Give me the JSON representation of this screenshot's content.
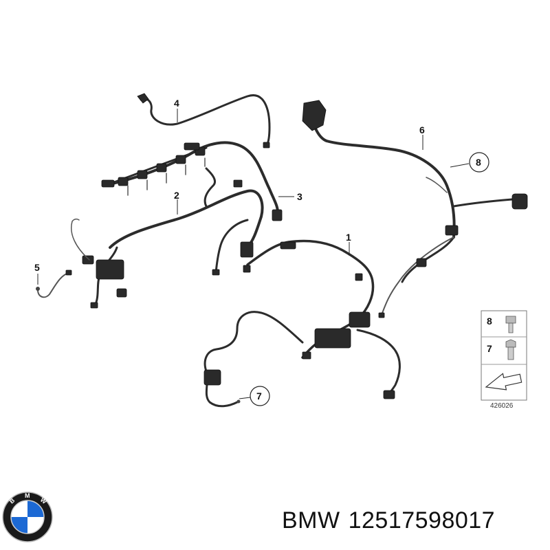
{
  "callouts": {
    "c1": "1",
    "c2": "2",
    "c3": "3",
    "c4": "4",
    "c5": "5",
    "c6": "6",
    "c7": "7",
    "c8": "8"
  },
  "legend": {
    "item_top": "8",
    "item_bottom": "7",
    "ref_id": "426026"
  },
  "logo": {
    "name": "bmw-logo",
    "letters": "BMW",
    "colors": {
      "blue": "#1c69d4",
      "white": "#ffffff",
      "ring": "#1a1a1a"
    }
  },
  "footer": {
    "brand": "BMW",
    "part_number": "12517598017"
  }
}
